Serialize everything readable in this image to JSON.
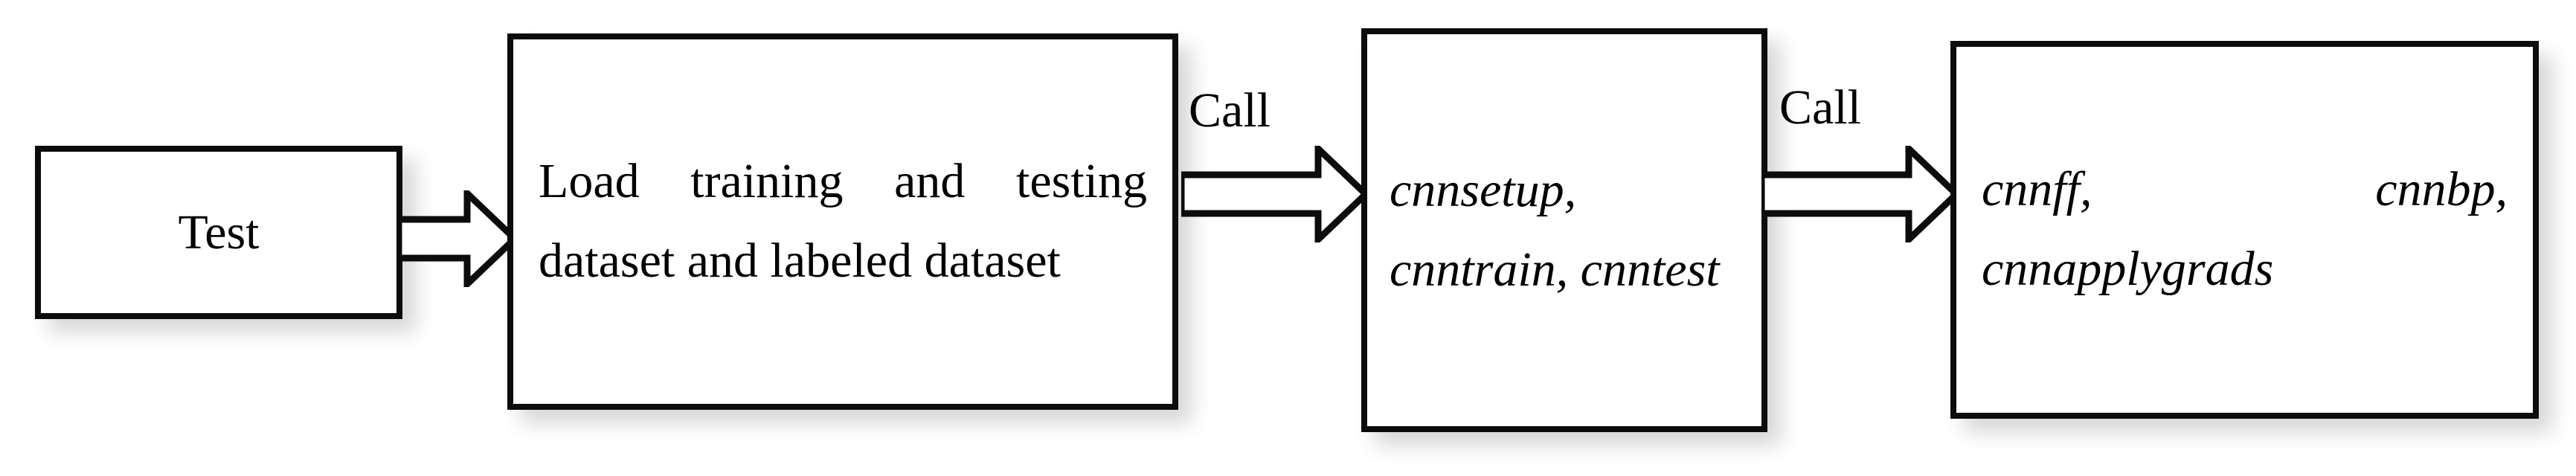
{
  "diagram": {
    "type": "flowchart",
    "orientation": "left-to-right",
    "background_color": "#ffffff",
    "stroke_color": "#0c0c0c",
    "text_color": "#000000",
    "nodes": [
      {
        "id": "test",
        "label": "Test",
        "shape": "rectangle",
        "font_style": "normal"
      },
      {
        "id": "load",
        "label": "Load training and testing dataset and labeled dataset",
        "shape": "rectangle",
        "font_style": "normal"
      },
      {
        "id": "funcs1",
        "label": "cnnsetup, cnntrain, cnntest",
        "shape": "rectangle",
        "font_style": "italic"
      },
      {
        "id": "funcs2",
        "label": "cnnff, cnnbp, cnnapplygrads",
        "shape": "rectangle",
        "font_style": "italic"
      }
    ],
    "edges": [
      {
        "id": "e1",
        "from": "test",
        "to": "load",
        "label": "",
        "style": "hollow-block-arrow"
      },
      {
        "id": "e2",
        "from": "load",
        "to": "funcs1",
        "label": "Call",
        "style": "hollow-block-arrow"
      },
      {
        "id": "e3",
        "from": "funcs1",
        "to": "funcs2",
        "label": "Call",
        "style": "hollow-block-arrow"
      }
    ]
  }
}
